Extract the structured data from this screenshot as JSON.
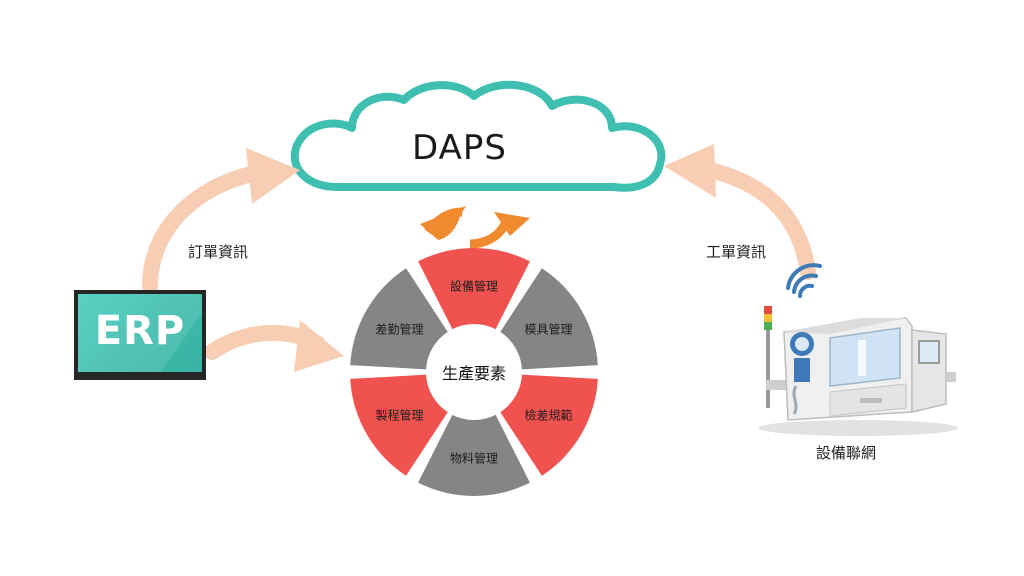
{
  "cloud": {
    "title": "DAPS",
    "stroke_color": "#3fbfb0"
  },
  "arrow_color": "#f7cdb3",
  "sync_arrow_color": "#f08a2e",
  "labels": {
    "order_info": "訂單資訊",
    "work_order_info": "工單資訊",
    "device_network": "設備聯網"
  },
  "erp": {
    "label": "ERP",
    "screen_color": "#3fbfb0"
  },
  "wheel": {
    "center_label": "生產要素",
    "segments": [
      {
        "label": "設備管理",
        "color": "#f0534f"
      },
      {
        "label": "模具管理",
        "color": "#858585"
      },
      {
        "label": "檢差規範",
        "color": "#f0534f"
      },
      {
        "label": "物料管理",
        "color": "#858585"
      },
      {
        "label": "製程管理",
        "color": "#f0534f"
      },
      {
        "label": "差勤管理",
        "color": "#858585"
      }
    ]
  },
  "icons": {
    "wifi": "wifi-icon",
    "machine": "machine-icon",
    "sync": "sync-arrows-icon"
  }
}
